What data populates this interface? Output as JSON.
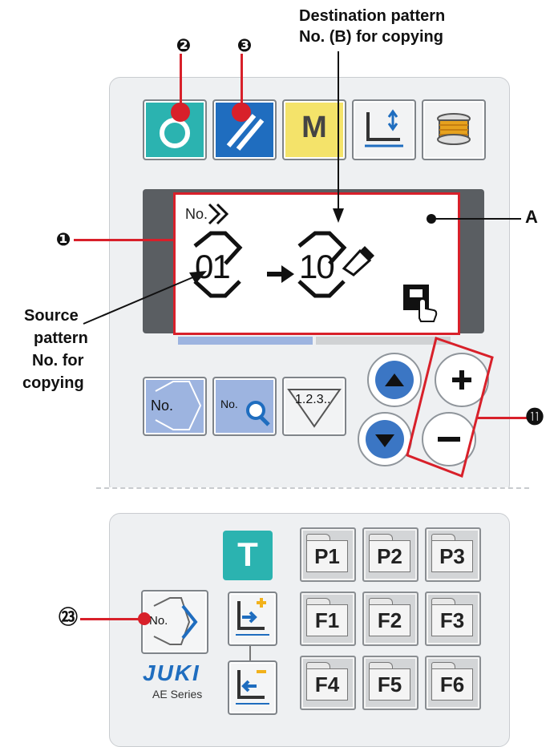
{
  "callouts": {
    "n1": "❶",
    "n2": "❷",
    "n3": "❸",
    "n11": "⓫",
    "n23": "㉓",
    "a": "A",
    "destination": [
      "Destination pattern",
      "No. (B) for copying"
    ],
    "source": [
      "Source",
      "pattern",
      "No. for",
      "copying"
    ]
  },
  "top_keys": {
    "m_label": "M"
  },
  "lcd": {
    "header": "No.",
    "source_no": "01",
    "dest_no": "10"
  },
  "mid_keys": {
    "no": "No.",
    "no_search": "No.",
    "counter": "1.2.3.."
  },
  "lower_keys": {
    "t": "T",
    "copy": "No.",
    "p": [
      "P1",
      "P2",
      "P3"
    ],
    "f1": [
      "F1",
      "F2",
      "F3"
    ],
    "f2": [
      "F4",
      "F5",
      "F6"
    ]
  },
  "brand": {
    "name": "JUKI",
    "series": "AE Series"
  },
  "colors": {
    "red": "#d8202a",
    "teal": "#2bb3b0",
    "blue": "#1f6dbf",
    "yellow": "#f4e36a",
    "lightblue": "#9db4e0",
    "lcd": "#5a5e62"
  }
}
